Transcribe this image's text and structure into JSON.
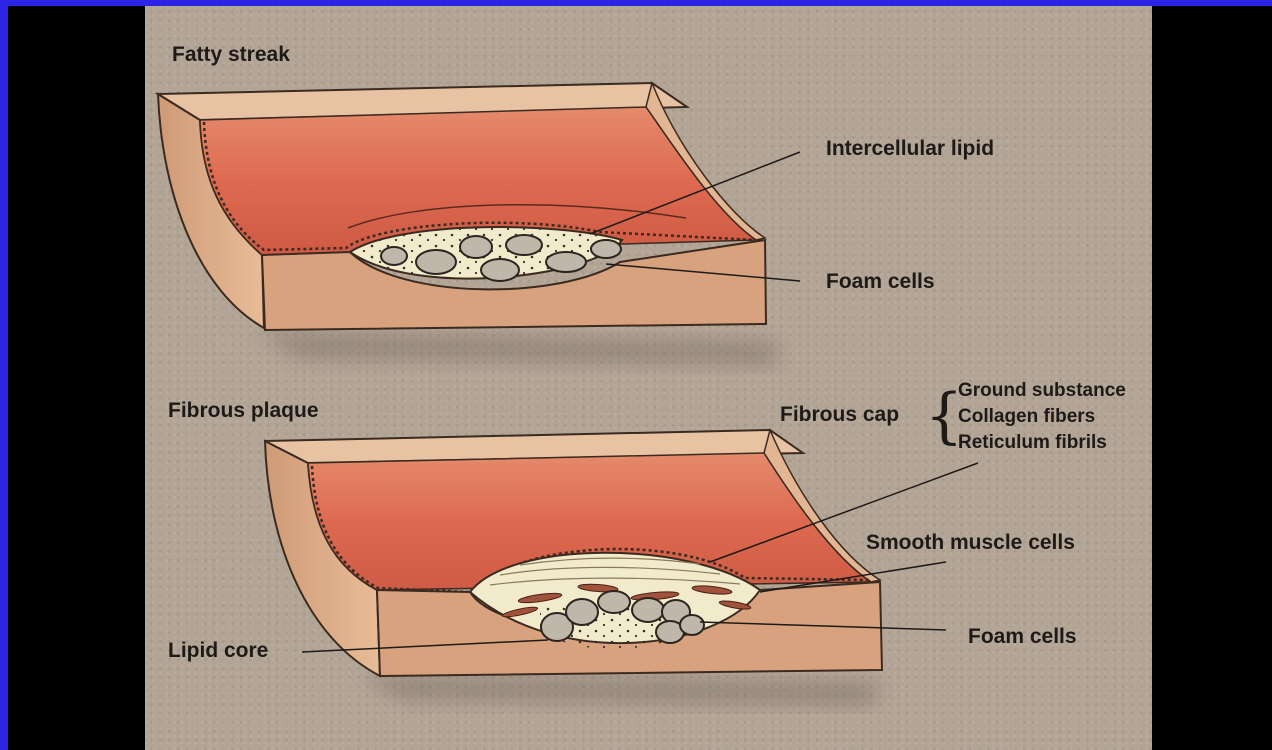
{
  "diagram": {
    "top_title": "Fatty streak",
    "top_labels": {
      "intercellular_lipid": "Intercellular lipid",
      "foam_cells": "Foam cells"
    },
    "bottom_title": "Fibrous plaque",
    "fibrous_cap": {
      "label": "Fibrous cap",
      "components": [
        "Ground substance",
        "Collagen fibers",
        "Reticulum fibrils"
      ]
    },
    "bottom_labels": {
      "smooth_muscle_cells": "Smooth muscle cells",
      "foam_cells": "Foam cells",
      "lipid_core": "Lipid core"
    }
  },
  "colors": {
    "frame": "#2d24e6",
    "background": "#b3a596",
    "lumen": "#e2735a",
    "wall_face": "#d9a47f",
    "wall_top": "#e9c6a6",
    "lesion": "#f1ebcc",
    "text": "#1e1a17"
  }
}
